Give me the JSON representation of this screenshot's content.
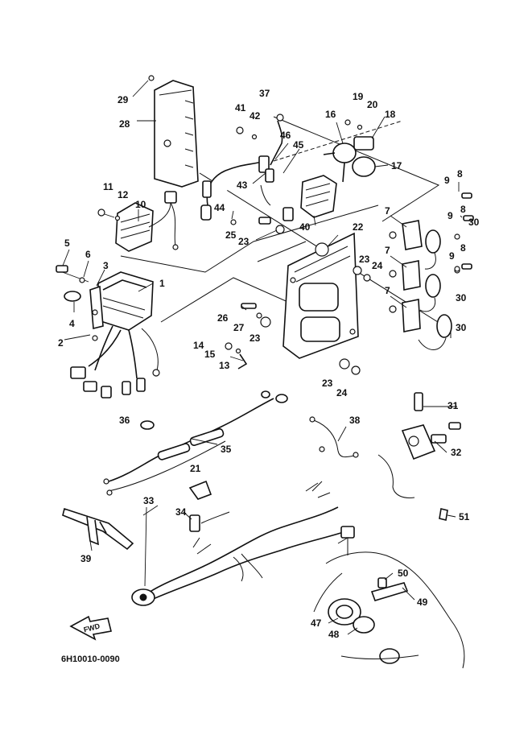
{
  "drawing_code": "6H10010-0090",
  "fwd_label": "FWD",
  "callouts": [
    {
      "id": "c1",
      "label": "1"
    },
    {
      "id": "c2",
      "label": "2"
    },
    {
      "id": "c3",
      "label": "3"
    },
    {
      "id": "c4",
      "label": "4"
    },
    {
      "id": "c5",
      "label": "5"
    },
    {
      "id": "c6",
      "label": "6"
    },
    {
      "id": "c7a",
      "label": "7"
    },
    {
      "id": "c7b",
      "label": "7"
    },
    {
      "id": "c7c",
      "label": "7"
    },
    {
      "id": "c8a",
      "label": "8"
    },
    {
      "id": "c8b",
      "label": "8"
    },
    {
      "id": "c8c",
      "label": "8"
    },
    {
      "id": "c9a",
      "label": "9"
    },
    {
      "id": "c9b",
      "label": "9"
    },
    {
      "id": "c9c",
      "label": "9"
    },
    {
      "id": "c10",
      "label": "10"
    },
    {
      "id": "c11",
      "label": "11"
    },
    {
      "id": "c12",
      "label": "12"
    },
    {
      "id": "c13",
      "label": "13"
    },
    {
      "id": "c14",
      "label": "14"
    },
    {
      "id": "c15",
      "label": "15"
    },
    {
      "id": "c16",
      "label": "16"
    },
    {
      "id": "c17",
      "label": "17"
    },
    {
      "id": "c18",
      "label": "18"
    },
    {
      "id": "c19",
      "label": "19"
    },
    {
      "id": "c20",
      "label": "20"
    },
    {
      "id": "c21",
      "label": "21"
    },
    {
      "id": "c22",
      "label": "22"
    },
    {
      "id": "c23a",
      "label": "23"
    },
    {
      "id": "c23b",
      "label": "23"
    },
    {
      "id": "c23c",
      "label": "23"
    },
    {
      "id": "c23d",
      "label": "23"
    },
    {
      "id": "c24a",
      "label": "24"
    },
    {
      "id": "c24b",
      "label": "24"
    },
    {
      "id": "c25",
      "label": "25"
    },
    {
      "id": "c26",
      "label": "26"
    },
    {
      "id": "c27",
      "label": "27"
    },
    {
      "id": "c28",
      "label": "28"
    },
    {
      "id": "c29",
      "label": "29"
    },
    {
      "id": "c30a",
      "label": "30"
    },
    {
      "id": "c30b",
      "label": "30"
    },
    {
      "id": "c30c",
      "label": "30"
    },
    {
      "id": "c31",
      "label": "31"
    },
    {
      "id": "c32",
      "label": "32"
    },
    {
      "id": "c33",
      "label": "33"
    },
    {
      "id": "c34",
      "label": "34"
    },
    {
      "id": "c35",
      "label": "35"
    },
    {
      "id": "c36",
      "label": "36"
    },
    {
      "id": "c37",
      "label": "37"
    },
    {
      "id": "c38",
      "label": "38"
    },
    {
      "id": "c39",
      "label": "39"
    },
    {
      "id": "c40",
      "label": "40"
    },
    {
      "id": "c41",
      "label": "41"
    },
    {
      "id": "c42",
      "label": "42"
    },
    {
      "id": "c43",
      "label": "43"
    },
    {
      "id": "c44",
      "label": "44"
    },
    {
      "id": "c45",
      "label": "45"
    },
    {
      "id": "c46",
      "label": "46"
    },
    {
      "id": "c47",
      "label": "47"
    },
    {
      "id": "c48",
      "label": "48"
    },
    {
      "id": "c49",
      "label": "49"
    },
    {
      "id": "c50",
      "label": "50"
    },
    {
      "id": "c51",
      "label": "51"
    }
  ]
}
